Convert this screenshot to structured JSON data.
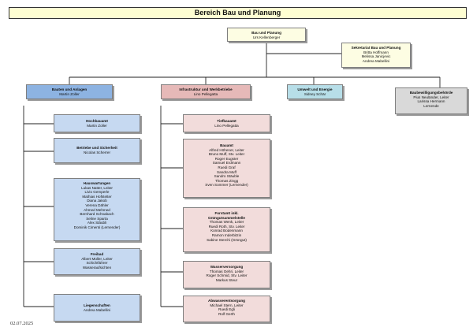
{
  "title": "Bereich Bau und Planung",
  "top": {
    "title": "Bau und Planung",
    "lines": [
      "Urs Kellenberger"
    ]
  },
  "secretariat": {
    "title": "Sekretariat Bau und Planung",
    "lines": [
      "Britta Hoffmann",
      "Melissa Janicjevic",
      "Andrea Mabellini"
    ]
  },
  "departments": [
    {
      "title": "Bauten und Anlagen",
      "lines": [
        "Martin Zoller"
      ]
    },
    {
      "title": "Infrastruktur und Werkbetriebe",
      "lines": [
        "Lino Pellegatta"
      ]
    },
    {
      "title": "Umwelt und Energie",
      "lines": [
        "Sidney Schär"
      ]
    },
    {
      "title": "Baubewilligungsbehörde",
      "lines": [
        "Pius Neuländer, Leiter",
        "Larissa Hermann",
        "Lernende"
      ]
    }
  ],
  "left_units": [
    {
      "title": "Hochbauamt",
      "lines": [
        "Martin Zoller"
      ]
    },
    {
      "title": "Betriebe und Sicherheit",
      "lines": [
        "Nicolas Scherrer"
      ]
    },
    {
      "title": "Hauswartungen",
      "lines": [
        "Lukas Natter, Leiter",
        "Livio Gemperle",
        "Mathias Hofstetter",
        "Diana Jakob",
        "Verena Dähler",
        "Ahmed Mehmed",
        "Bernhard Schnabach",
        "Seline Sparta",
        "Alex Stäubli",
        "Dominik Cimenti (Lernender)"
      ]
    },
    {
      "title": "Freibad",
      "lines": [
        "Albert Müller, Leiter",
        "Schichtführer",
        "Wasseraufsichten"
      ]
    },
    {
      "title": "Liegenschaften",
      "lines": [
        "Andrea Mabellini"
      ]
    }
  ],
  "mid_units": [
    {
      "title": "Tiefbauamt",
      "lines": [
        "Lino Pellegatta"
      ]
    },
    {
      "title": "Bauamt",
      "lines": [
        "Alfred Höhener, Leiter",
        "Bruno Muff, Stv. Leiter",
        "Roger Eugster",
        "Samuel Erdmann",
        "Ruedi Graf",
        "Sandra Muff",
        "Sandro Stäuble",
        "Thomas Zingg",
        "Sven Sommer (Lernender)"
      ]
    },
    {
      "title": "Forstamt inkl. Grüngutsammelstelle",
      "lines": [
        "Thomas Wenk, Leiter",
        "Ruedi Roth, Stv. Leiter",
        "Konrad Bodenmann",
        "Ramon Inderbitzin",
        "Sabine Sterchi (Grüngut)"
      ]
    },
    {
      "title": "Wasserversorgung",
      "lines": [
        "Thomas Oehri, Leiter",
        "Roger Schmid, Stv. Leiter",
        "Markus Steur"
      ]
    },
    {
      "title": "Abwasserentsorgung",
      "lines": [
        "Michael Stern, Leiter",
        "Ruedi Egli",
        "Rolf Gerth"
      ]
    }
  ],
  "footer_date": "02.07.2025"
}
